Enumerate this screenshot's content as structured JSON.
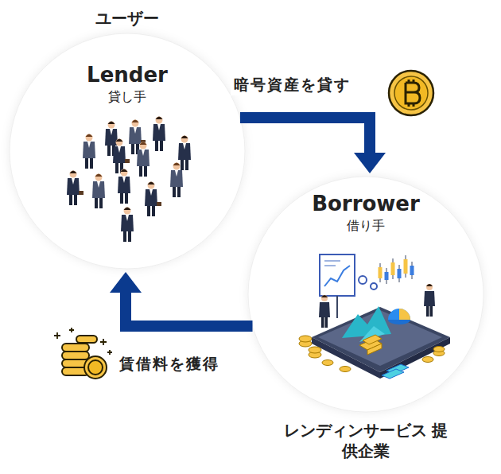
{
  "diagram": {
    "nodes": [
      {
        "text": [
          "ユーザー",
          "Lender",
          "貸し手"
        ]
      },
      {
        "text": [
          "Borrower",
          "借り手",
          "レンディンサービス 提供企業"
        ]
      }
    ],
    "edges": [
      {
        "from": 0,
        "to": 1,
        "label": "暗号資産を貸す",
        "arrow": "to"
      },
      {
        "from": 1,
        "to": 0,
        "label": "賃借料を獲得",
        "arrow": "to"
      }
    ]
  }
}
